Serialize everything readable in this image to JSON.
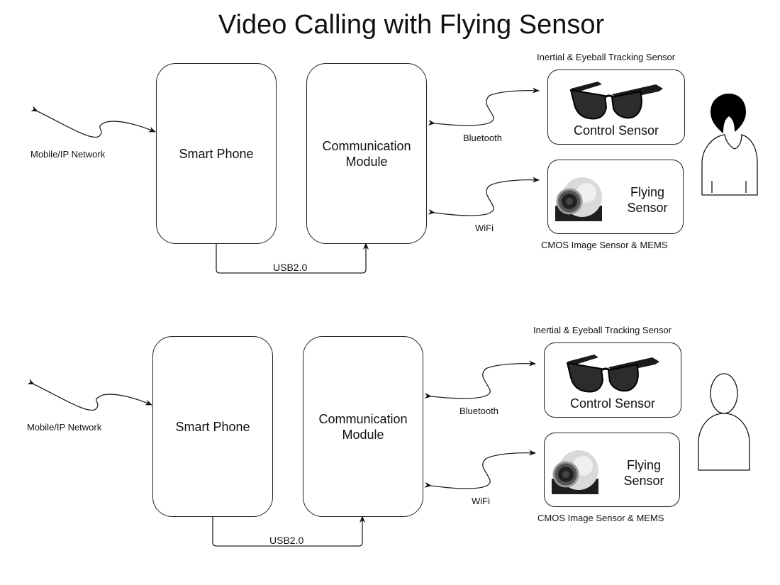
{
  "title": "Video Calling with Flying Sensor",
  "panels": [
    {
      "network_label": "Mobile/IP Network",
      "smartphone_label": "Smart Phone",
      "comm_module_line1": "Communication",
      "comm_module_line2": "Module",
      "usb_label": "USB2.0",
      "bluetooth_label": "Bluetooth",
      "wifi_label": "WiFi",
      "control_sensor_caption": "Inertial & Eyeball Tracking Sensor",
      "control_sensor_label": "Control Sensor",
      "flying_sensor_line1": "Flying",
      "flying_sensor_line2": "Sensor",
      "flying_sensor_caption": "CMOS Image Sensor & MEMS",
      "person_variant": "dark-hair-with-neckline"
    },
    {
      "network_label": "Mobile/IP Network",
      "smartphone_label": "Smart Phone",
      "comm_module_line1": "Communication",
      "comm_module_line2": "Module",
      "usb_label": "USB2.0",
      "bluetooth_label": "Bluetooth",
      "wifi_label": "WiFi",
      "control_sensor_caption": "Inertial & Eyeball Tracking Sensor",
      "control_sensor_label": "Control Sensor",
      "flying_sensor_line1": "Flying",
      "flying_sensor_line2": "Sensor",
      "flying_sensor_caption": "CMOS Image Sensor & MEMS",
      "person_variant": "outline"
    }
  ],
  "icons": {
    "glasses": "sunglasses-icon",
    "camera": "spherical-camera-icon",
    "person": "person-icon"
  }
}
